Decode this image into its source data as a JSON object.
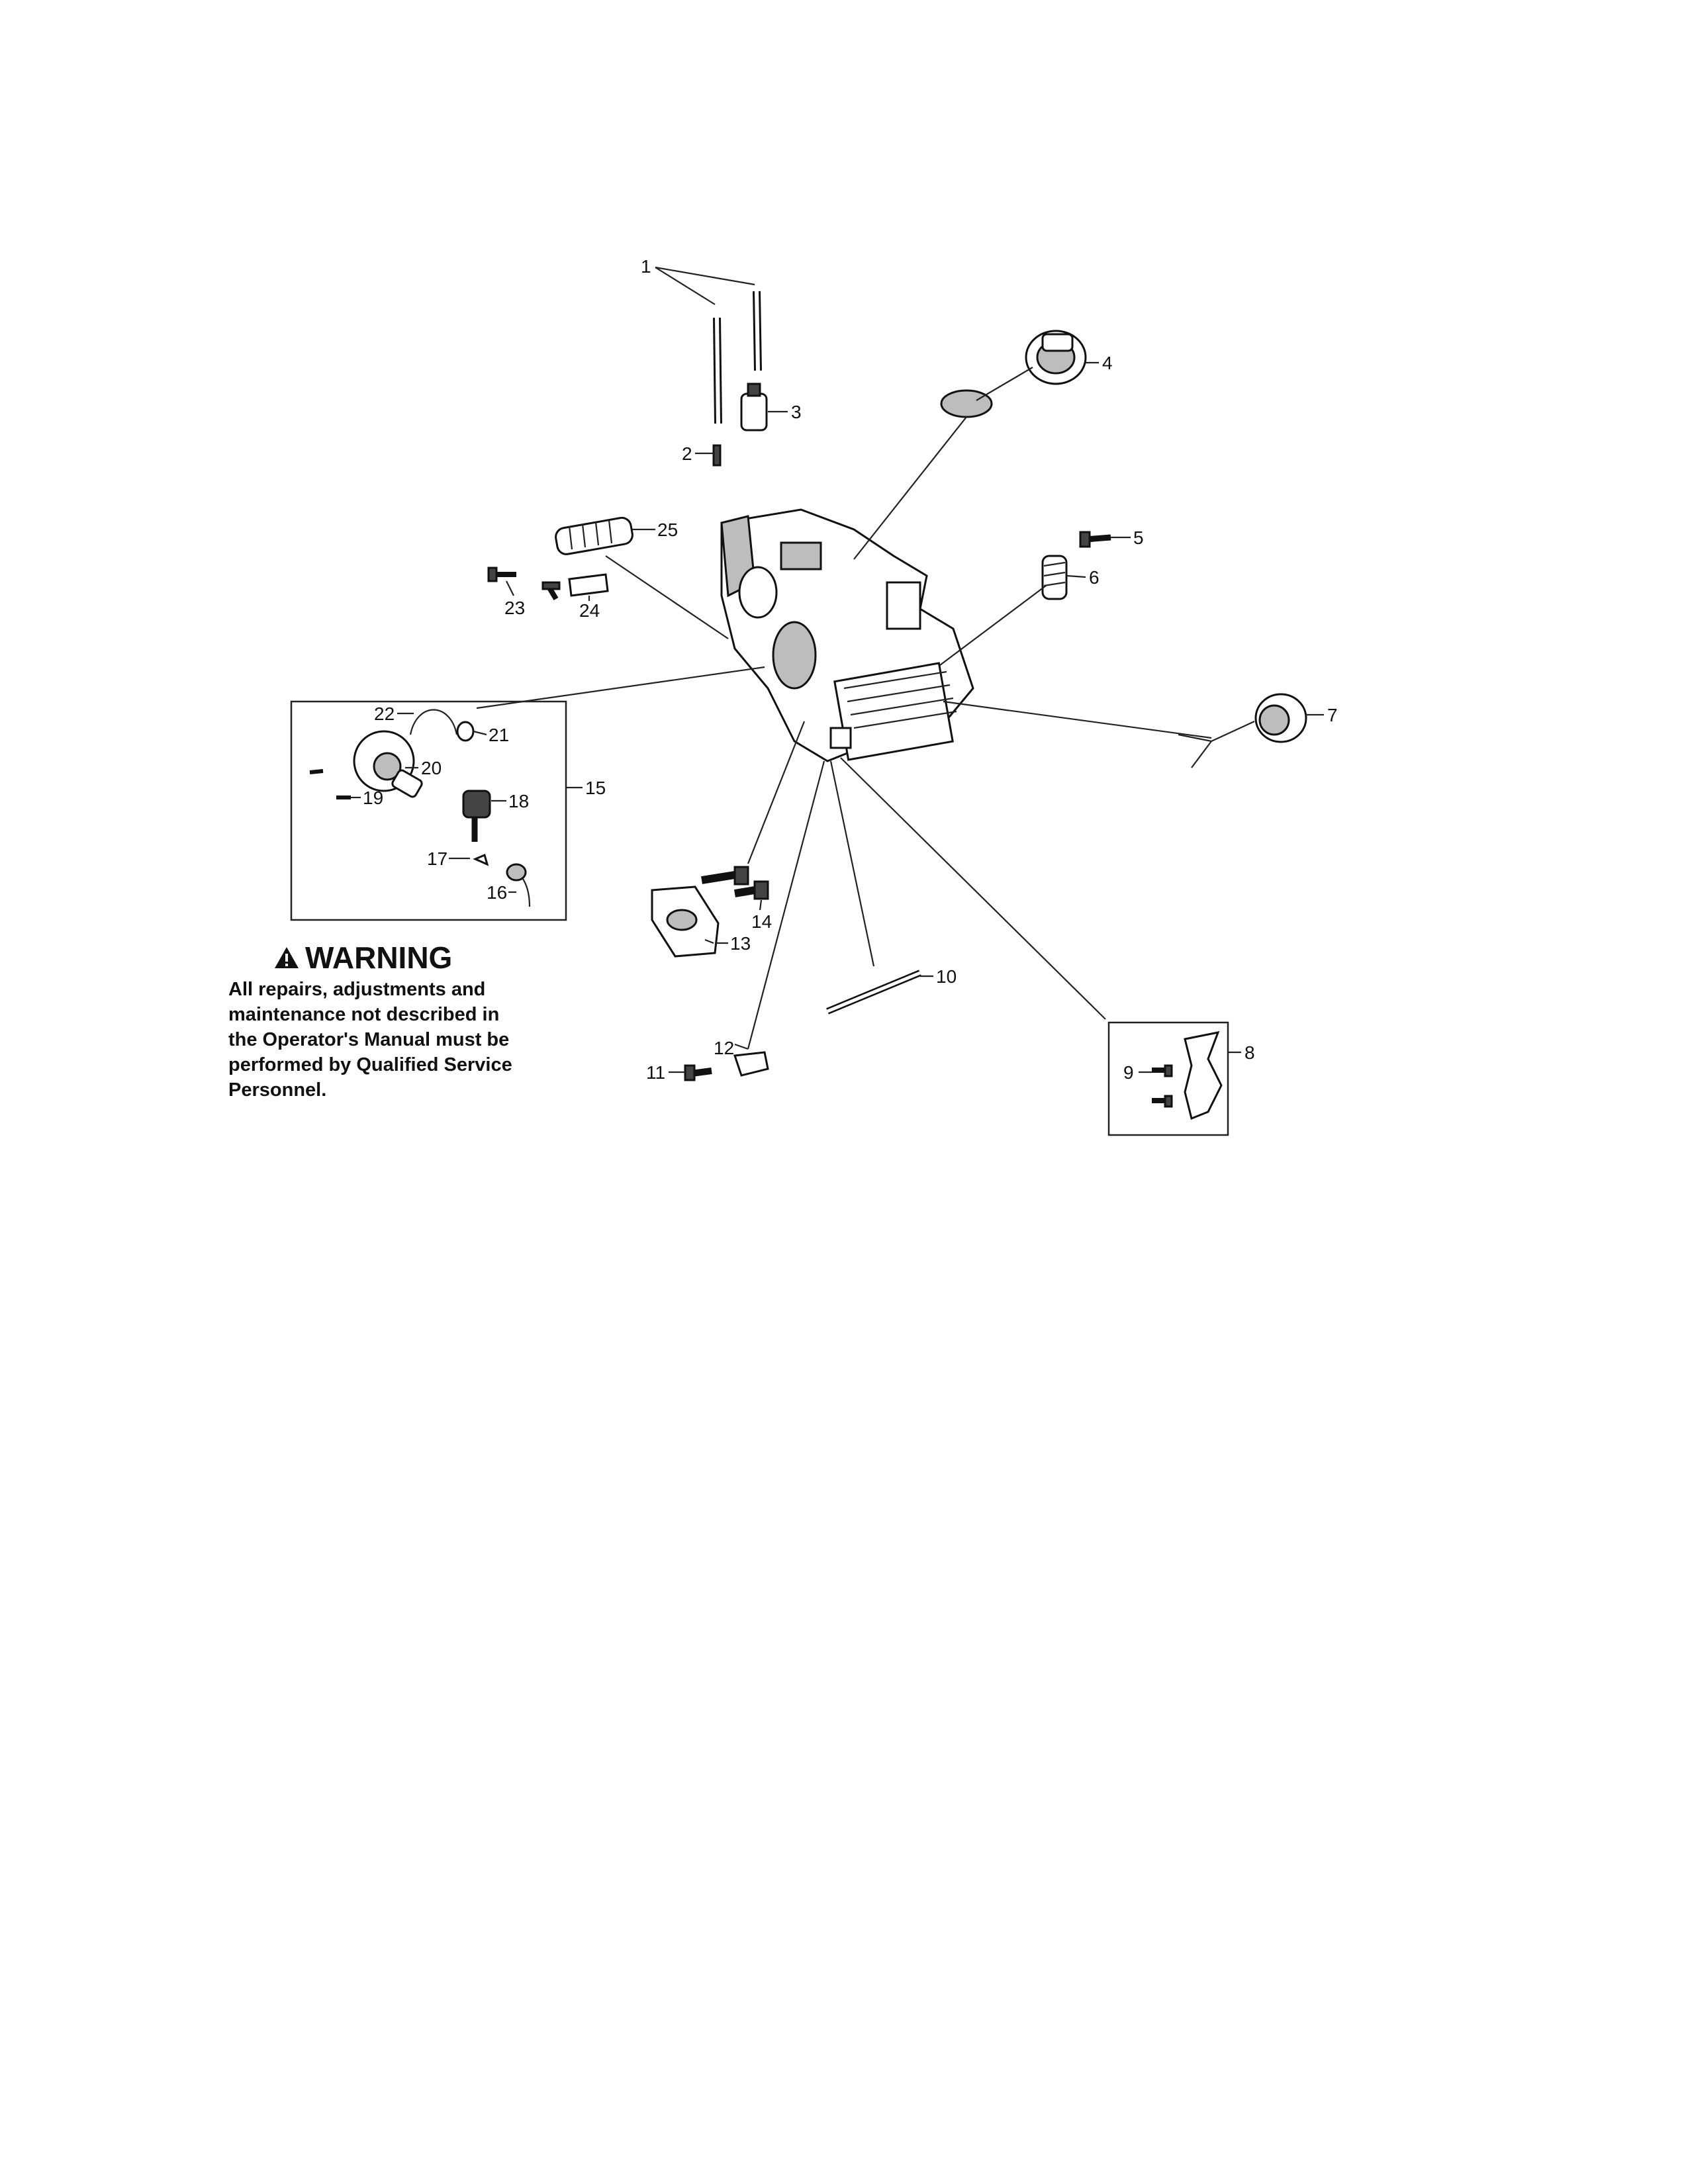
{
  "callouts": {
    "p1": "1",
    "p2": "2",
    "p3": "3",
    "p4": "4",
    "p5": "5",
    "p6": "6",
    "p7": "7",
    "p8": "8",
    "p9": "9",
    "p10": "10",
    "p11": "11",
    "p12": "12",
    "p13": "13",
    "p14": "14",
    "p15": "15",
    "p16": "16",
    "p17": "17",
    "p18": "18",
    "p19": "19",
    "p20": "20",
    "p21": "21",
    "p22": "22",
    "p23": "23",
    "p24": "24",
    "p25": "25"
  },
  "warning": {
    "title": "WARNING",
    "body": "All repairs, adjustments and\nmaintenance not described in\nthe Operator's Manual must be\nperformed by Qualified Service\nPersonnel."
  }
}
